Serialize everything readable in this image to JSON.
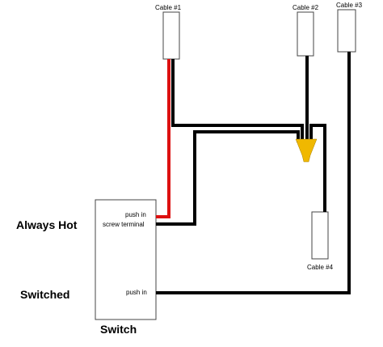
{
  "cables": [
    {
      "label": "Cable #1"
    },
    {
      "label": "Cable #2"
    },
    {
      "label": "Cable #3"
    },
    {
      "label": "Cable #4"
    }
  ],
  "side_labels": {
    "always_hot": "Always Hot",
    "switched": "Switched"
  },
  "switch": {
    "title": "Switch",
    "terminals": {
      "push_in_top": "push in",
      "screw_terminal": "screw terminal",
      "push_in_bottom": "push in"
    }
  },
  "colors": {
    "hot_wire": "#dd1111",
    "wire": "#000000",
    "wire_nut": "#f0b800",
    "push_in_top_label": "#dd1111"
  }
}
